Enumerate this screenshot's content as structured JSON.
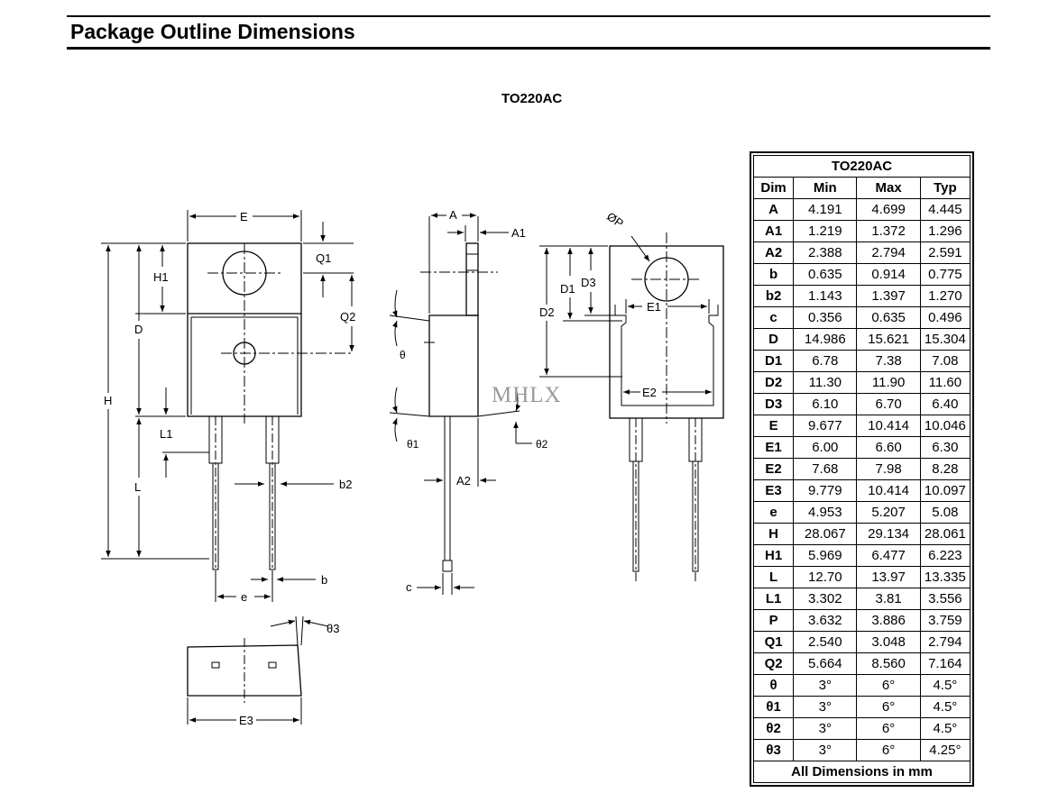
{
  "header": {
    "title": "Package Outline Dimensions",
    "package": "TO220AC"
  },
  "watermark": "MHLX",
  "drawing_labels": {
    "E": "E",
    "Q1": "Q1",
    "H1": "H1",
    "Q2": "Q2",
    "D": "D",
    "H": "H",
    "L1": "L1",
    "L": "L",
    "b2": "b2",
    "b": "b",
    "e": "e",
    "theta3": "θ3",
    "E3": "E3",
    "A": "A",
    "A1": "A1",
    "theta": "θ",
    "theta1": "θ1",
    "theta2": "θ2",
    "A2": "A2",
    "c": "c",
    "phiP": "ØP",
    "D1": "D1",
    "D3": "D3",
    "D2": "D2",
    "E1": "E1",
    "E2": "E2"
  },
  "table": {
    "title": "TO220AC",
    "headers": [
      "Dim",
      "Min",
      "Max",
      "Typ"
    ],
    "rows": [
      [
        "A",
        "4.191",
        "4.699",
        "4.445"
      ],
      [
        "A1",
        "1.219",
        "1.372",
        "1.296"
      ],
      [
        "A2",
        "2.388",
        "2.794",
        "2.591"
      ],
      [
        "b",
        "0.635",
        "0.914",
        "0.775"
      ],
      [
        "b2",
        "1.143",
        "1.397",
        "1.270"
      ],
      [
        "c",
        "0.356",
        "0.635",
        "0.496"
      ],
      [
        "D",
        "14.986",
        "15.621",
        "15.304"
      ],
      [
        "D1",
        "6.78",
        "7.38",
        "7.08"
      ],
      [
        "D2",
        "11.30",
        "11.90",
        "11.60"
      ],
      [
        "D3",
        "6.10",
        "6.70",
        "6.40"
      ],
      [
        "E",
        "9.677",
        "10.414",
        "10.046"
      ],
      [
        "E1",
        "6.00",
        "6.60",
        "6.30"
      ],
      [
        "E2",
        "7.68",
        "7.98",
        "8.28"
      ],
      [
        "E3",
        "9.779",
        "10.414",
        "10.097"
      ],
      [
        "e",
        "4.953",
        "5.207",
        "5.08"
      ],
      [
        "H",
        "28.067",
        "29.134",
        "28.061"
      ],
      [
        "H1",
        "5.969",
        "6.477",
        "6.223"
      ],
      [
        "L",
        "12.70",
        "13.97",
        "13.335"
      ],
      [
        "L1",
        "3.302",
        "3.81",
        "3.556"
      ],
      [
        "P",
        "3.632",
        "3.886",
        "3.759"
      ],
      [
        "Q1",
        "2.540",
        "3.048",
        "2.794"
      ],
      [
        "Q2",
        "5.664",
        "8.560",
        "7.164"
      ],
      [
        "θ",
        "3°",
        "6°",
        "4.5°"
      ],
      [
        "θ1",
        "3°",
        "6°",
        "4.5°"
      ],
      [
        "θ2",
        "3°",
        "6°",
        "4.5°"
      ],
      [
        "θ3",
        "3°",
        "6°",
        "4.25°"
      ]
    ],
    "footer": "All Dimensions in mm"
  }
}
